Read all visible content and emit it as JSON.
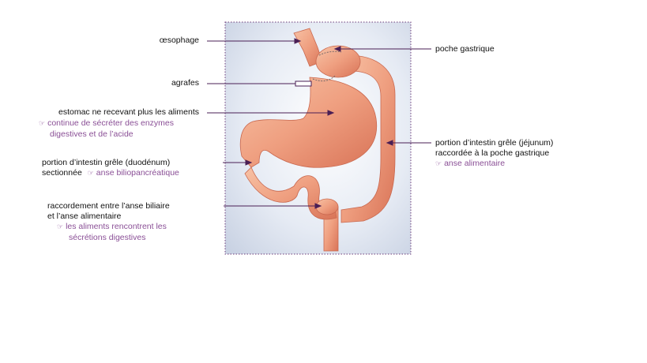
{
  "labels": {
    "oesophagus": "œsophage",
    "pouch": "poche gastrique",
    "staples": "agrafes",
    "stomach_line1": "estomac ne recevant plus les aliments",
    "stomach_note1": "continue de sécréter des enzymes",
    "stomach_note2": "digestives et de l’acide",
    "duodenum_line1": "portion d’intestin grêle (duodénum)",
    "duodenum_line2": "sectionnée",
    "duodenum_note": "anse biliopancréatique",
    "jejunum_line1": "portion d’intestin grêle (jéjunum)",
    "jejunum_line2": "raccordée à la poche gastrique",
    "jejunum_note": "anse alimentaire",
    "junction_line1": "raccordement entre l’anse biliaire",
    "junction_line2": "et l’anse alimentaire",
    "junction_note1": "les aliments rencontrent les",
    "junction_note2": "sécrétions digestives"
  },
  "icons": {
    "note": "pointing-hand-icon"
  },
  "colors": {
    "text": "#111111",
    "note": "#8a4f96",
    "leader": "#4a1f55",
    "organ": "#f0a888",
    "panel": "#dde4f0"
  }
}
